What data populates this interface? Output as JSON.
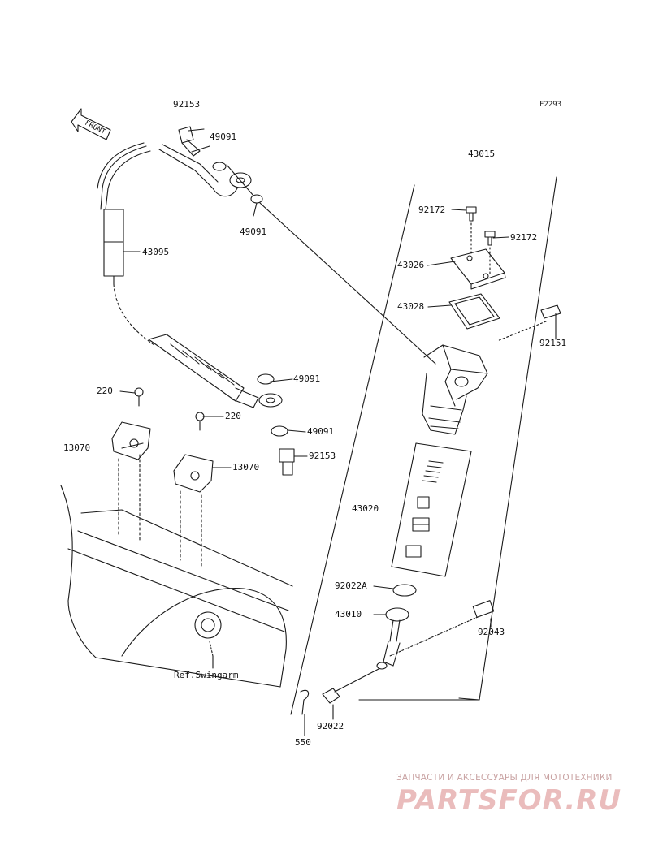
{
  "figure_code": "F2293",
  "front_label": "FRONT",
  "ref_label": "Ref.Swingarm",
  "parts": {
    "p92153_top": "92153",
    "p49091_top": "49091",
    "p49091_mid": "49091",
    "p43015": "43015",
    "p92172_a": "92172",
    "p92172_b": "92172",
    "p43095": "43095",
    "p43026": "43026",
    "p43028": "43028",
    "p92151": "92151",
    "p49091_low1": "49091",
    "p220_a": "220",
    "p220_b": "220",
    "p13070_a": "13070",
    "p13070_b": "13070",
    "p49091_low2": "49091",
    "p92153_low": "92153",
    "p43020": "43020",
    "p92022A": "92022A",
    "p43010": "43010",
    "p92043": "92043",
    "p92022": "92022",
    "p550": "550"
  },
  "watermark": {
    "tagline": "ЗАПЧАСТИ И АКСЕССУАРЫ ДЛЯ МОТОТЕХНИКИ",
    "logo": "PARTSFOR.RU"
  }
}
